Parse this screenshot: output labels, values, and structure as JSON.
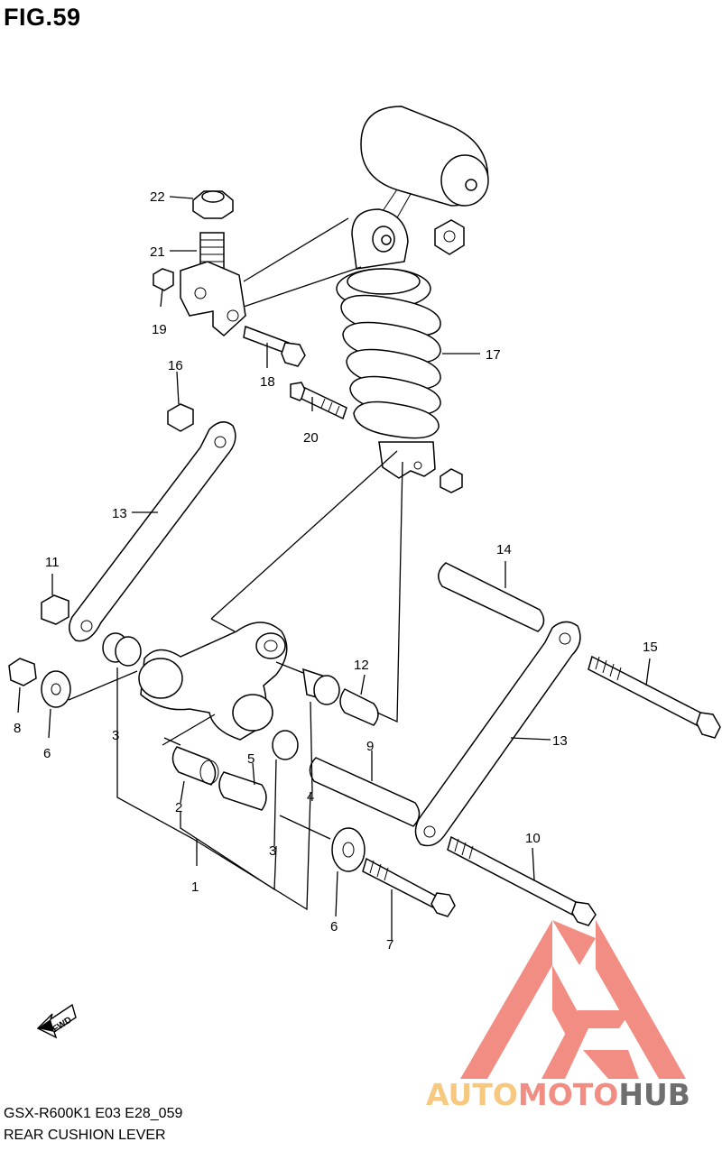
{
  "figure": {
    "title": "FIG.59"
  },
  "callouts": {
    "c1": "1",
    "c2": "2",
    "c3a": "3",
    "c3b": "3",
    "c4": "4",
    "c5": "5",
    "c6a": "6",
    "c6b": "6",
    "c7": "7",
    "c8": "8",
    "c9": "9",
    "c10": "10",
    "c11": "11",
    "c12": "12",
    "c13a": "13",
    "c13b": "13",
    "c14": "14",
    "c15": "15",
    "c16": "16",
    "c17": "17",
    "c18": "18",
    "c19": "19",
    "c20": "20",
    "c21": "21",
    "c22": "22"
  },
  "fwd_label": "FWD",
  "footer": {
    "model_code": "GSX-R600K1 E03 E28_059",
    "section_name": "REAR CUSHION LEVER"
  },
  "watermark": {
    "part_auto": "AUTO",
    "part_moto": "MOTO",
    "part_hub": "HUB",
    "color_primary": "#f07a6e",
    "color_secondary": "#f6c06a",
    "color_dark": "#555555"
  }
}
